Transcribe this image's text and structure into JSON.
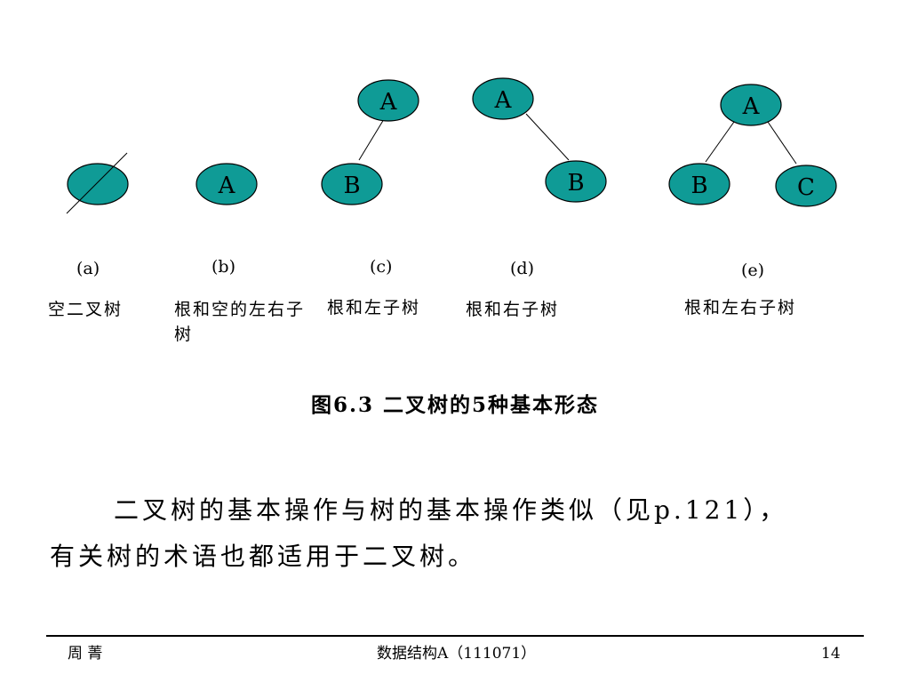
{
  "diagram": {
    "accent_color": "#0f9b96",
    "nodes": {
      "b_root": "A",
      "c_root": "A",
      "c_left": "B",
      "d_root": "A",
      "d_right": "B",
      "e_root": "A",
      "e_left": "B",
      "e_right": "C"
    },
    "panels": [
      {
        "label": "(a)",
        "description": "空二叉树"
      },
      {
        "label": "(b)",
        "description": "根和空的左右子树"
      },
      {
        "label": "(c)",
        "description": "根和左子树"
      },
      {
        "label": "(d)",
        "description": "根和右子树"
      },
      {
        "label": "(e)",
        "description": "根和左右子树"
      }
    ],
    "caption": "图6.3 二叉树的5种基本形态"
  },
  "paragraph": {
    "line1": "二叉树的基本操作与树的基本操作类似（见p.121），",
    "line2": "有关树的术语也都适用于二叉树。"
  },
  "footer": {
    "author": "周 菁",
    "course": "数据结构A（111071）",
    "page": "14"
  }
}
